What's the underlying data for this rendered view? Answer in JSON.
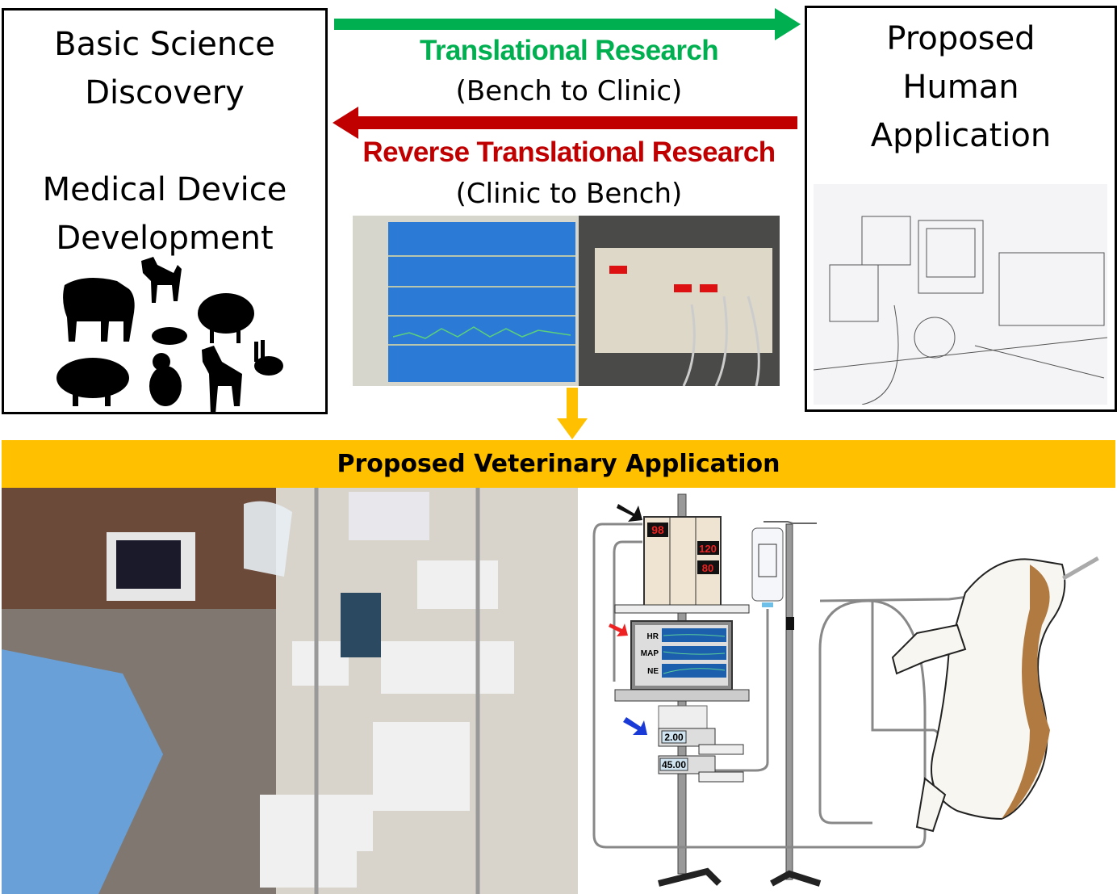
{
  "left_box": {
    "line1": "Basic Science",
    "line2": "Discovery",
    "line3": "Medical Device",
    "line4": "Development"
  },
  "right_box": {
    "line1": "Proposed",
    "line2": "Human",
    "line3": "Application"
  },
  "forward": {
    "title": "Translational Research",
    "subtitle": "(Bench to Clinic)",
    "color": "#00B050"
  },
  "reverse": {
    "title": "Reverse Translational Research",
    "subtitle": "(Clinic to Bench)",
    "color": "#C00000"
  },
  "banner": {
    "title": "Proposed Veterinary Application",
    "color": "#FFC000"
  },
  "illustration": {
    "monitor_values": {
      "spo2": "98",
      "sys": "120",
      "dia": "80"
    },
    "screen_labels": [
      "HR",
      "MAP",
      "NE"
    ],
    "pump_values": [
      "2.00",
      "45.00"
    ]
  }
}
